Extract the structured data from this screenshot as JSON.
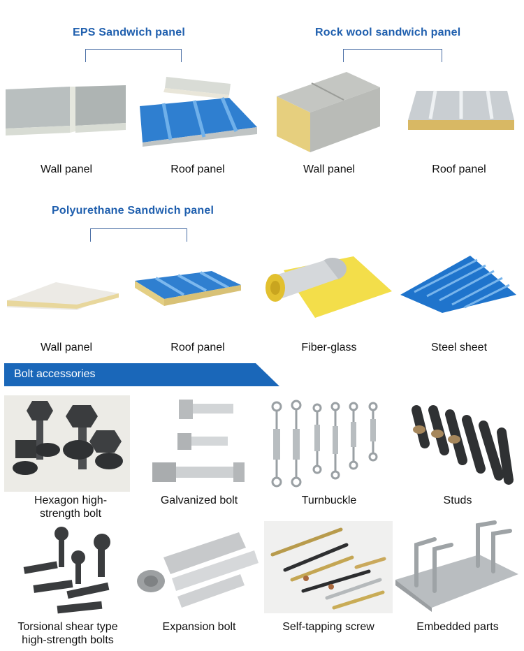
{
  "groups": {
    "eps": {
      "title": "EPS Sandwich panel"
    },
    "rockwool": {
      "title": "Rock wool sandwich panel"
    },
    "pu": {
      "title": "Polyurethane Sandwich panel"
    }
  },
  "products_row1": [
    {
      "label": "Wall panel",
      "icon": "eps-wall-panel-image"
    },
    {
      "label": "Roof panel",
      "icon": "eps-roof-panel-image"
    },
    {
      "label": "Wall panel",
      "icon": "rockwool-wall-panel-image"
    },
    {
      "label": "Roof panel",
      "icon": "rockwool-roof-panel-image"
    }
  ],
  "products_row2": [
    {
      "label": "Wall panel",
      "icon": "pu-wall-panel-image"
    },
    {
      "label": "Roof panel",
      "icon": "pu-roof-panel-image"
    },
    {
      "label": "Fiber-glass",
      "icon": "fiberglass-roll-image"
    },
    {
      "label": "Steel sheet",
      "icon": "steel-sheet-image"
    }
  ],
  "bolt_section": {
    "title": "Bolt accessories",
    "banner_color": "#1a67b9"
  },
  "bolts_row1": [
    {
      "label_line1": "Hexagon high-",
      "label_line2": "strength bolt"
    },
    {
      "label_line1": "Galvanized bolt",
      "label_line2": ""
    },
    {
      "label_line1": "Turnbuckle",
      "label_line2": ""
    },
    {
      "label_line1": "Studs",
      "label_line2": ""
    }
  ],
  "bolts_row2": [
    {
      "label_line1": "Torsional shear type",
      "label_line2": "high-strength bolts"
    },
    {
      "label_line1": "Expansion bolt",
      "label_line2": ""
    },
    {
      "label_line1": "Self-tapping screw",
      "label_line2": ""
    },
    {
      "label_line1": "Embedded parts",
      "label_line2": ""
    }
  ],
  "colors": {
    "title_blue": "#1f5fae",
    "panel_blue": "#2f7fd0",
    "rockwool_yellow": "#e6cf7e",
    "fiberglass_yellow": "#f3de4a"
  }
}
